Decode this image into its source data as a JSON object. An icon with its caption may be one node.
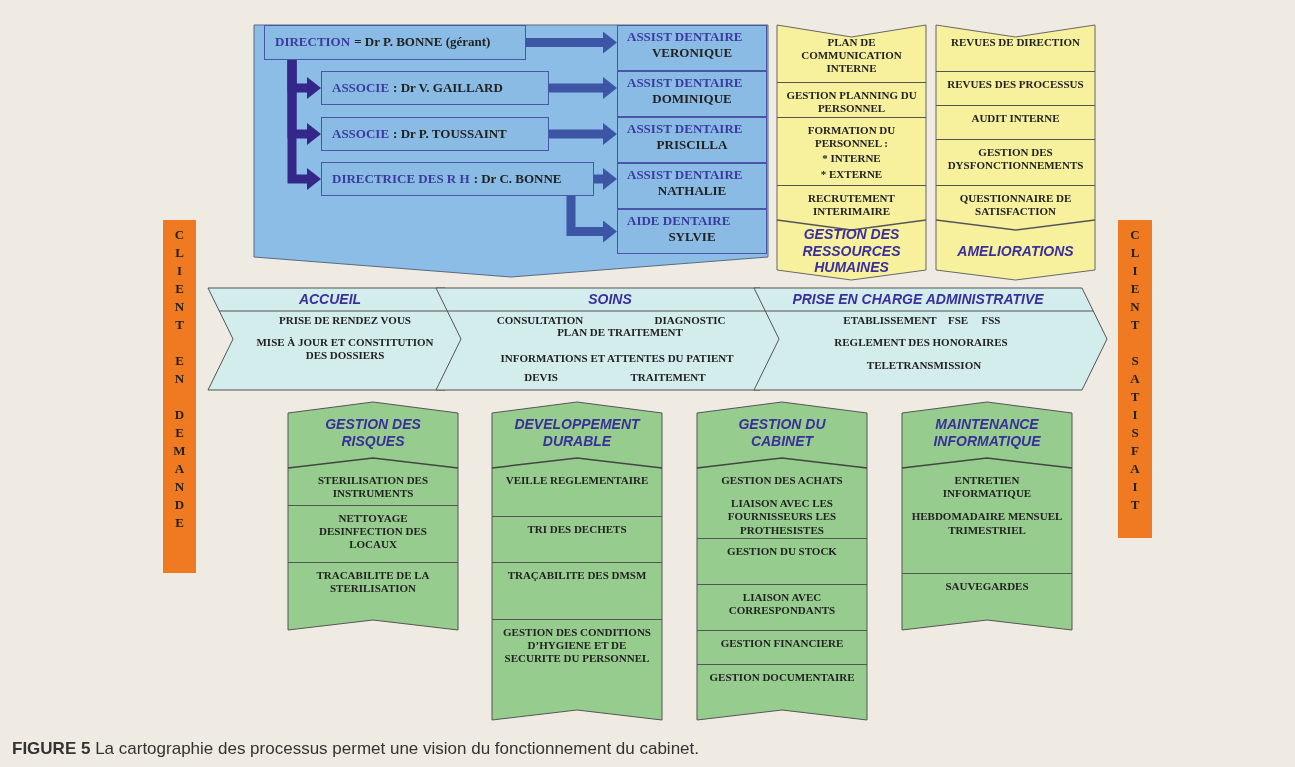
{
  "diagram": {
    "caption": "**FIGURE 5** La cartographie des processus permet une vision du fonctionnement du cabinet.",
    "nodes": [
      {
        "text": [],
        "shape": "box"
      },
      {
        "text": [
          "DIRECTION",
          "= Dr P. BONNE (gérant)"
        ],
        "in": 0
      },
      {
        "text": [
          "ASSOCIE",
          ": Dr V. GAILLARD"
        ],
        "in": 0
      },
      {
        "text": [
          "ASSOCIE",
          ": Dr P. TOUSSAINT"
        ],
        "in": 0
      },
      {
        "text": [
          "DIRECTRICE DES R H",
          ": Dr C. BONNE"
        ],
        "in": 0
      },
      {
        "text": [
          "ASSIST DENTAIRE",
          "VERONIQUE"
        ],
        "in": 0
      },
      {
        "text": [
          "ASSIST DENTAIRE",
          "DOMINIQUE"
        ],
        "in": 0
      },
      {
        "text": [
          "ASSIST DENTAIRE",
          "PRISCILLA"
        ],
        "in": 0
      },
      {
        "text": [
          "ASSIST DENTAIRE",
          "NATHALIE"
        ],
        "in": 0
      },
      {
        "text": [
          "AIDE DENTAIRE",
          "SYLVIE"
        ],
        "in": 0
      },
      {
        "text": [
          "GESTION DES RESSOURCES HUMAINES"
        ]
      },
      {
        "text": [
          "PLAN DE COMMUNICATION INTERNE"
        ],
        "in": 10
      },
      {
        "text": [
          "GESTION PLANNING DU PERSONNEL"
        ],
        "in": 10
      },
      {
        "text": [
          "FORMATION DU PERSONNEL :",
          "* INTERNE",
          "* EXTERNE"
        ],
        "in": 10
      },
      {
        "text": [
          "RECRUTEMENT INTERIMAIRE"
        ],
        "in": 10
      },
      {
        "text": [
          "AMELIORATIONS"
        ]
      },
      {
        "text": [
          "REVUES DE DIRECTION"
        ],
        "in": 15
      },
      {
        "text": [
          "REVUES DES PROCESSUS"
        ],
        "in": 15
      },
      {
        "text": [
          "AUDIT INTERNE"
        ],
        "in": 15
      },
      {
        "text": [
          "GESTION DES DYSFONCTIONNEMENTS"
        ],
        "in": 15
      },
      {
        "text": [
          "QUESTIONNAIRE DE SATISFACTION"
        ],
        "in": 15
      },
      {
        "text": [
          "ACCUEIL",
          "PRISE DE RENDEZ VOUS",
          "MISE À JOUR ET CONSTITUTION DES DOSSIERS"
        ]
      },
      {
        "text": [
          "SOINS",
          "CONSULTATION",
          "DIAGNOSTIC",
          "PLAN DE TRAITEMENT",
          "INFORMATIONS ET ATTENTES DU PATIENT",
          "DEVIS",
          "TRAITEMENT"
        ]
      },
      {
        "text": [
          "PRISE EN CHARGE ADMINISTRATIVE",
          "ETABLISSEMENT",
          "FSE",
          "FSS",
          "REGLEMENT DES HONORAIRES",
          "TELETRANSMISSION"
        ]
      },
      {
        "text": [
          "CLIENT EN DEMANDE"
        ]
      },
      {
        "text": [
          "CLIENT SATISFAIT"
        ]
      },
      {
        "text": [
          "GESTION DES RISQUES"
        ]
      },
      {
        "text": [
          "STERILISATION DES INSTRUMENTS"
        ],
        "in": 26
      },
      {
        "text": [
          "NETTOYAGE DESINFECTION DES LOCAUX"
        ],
        "in": 26
      },
      {
        "text": [
          "TRACABILITE DE LA STERILISATION"
        ],
        "in": 26
      },
      {
        "text": [
          "DEVELOPPEMENT DURABLE"
        ]
      },
      {
        "text": [
          "VEILLE REGLEMENTAIRE"
        ],
        "in": 30
      },
      {
        "text": [
          "TRI DES DECHETS"
        ],
        "in": 30
      },
      {
        "text": [
          "TRAÇABILITE DES DMSM"
        ],
        "in": 30
      },
      {
        "text": [
          "GESTION DES CONDITIONS D’HYGIENE ET DE SECURITE DU PERSONNEL"
        ],
        "in": 30
      },
      {
        "text": [
          "GESTION DU CABINET"
        ]
      },
      {
        "text": [
          "GESTION DES ACHATS",
          "LIAISON AVEC LES FOURNISSEURS LES PROTHESISTES"
        ],
        "in": 35
      },
      {
        "text": [
          "GESTION DU STOCK"
        ],
        "in": 35
      },
      {
        "text": [
          "LIAISON AVEC CORRESPONDANTS"
        ],
        "in": 35
      },
      {
        "text": [
          "GESTION FINANCIERE"
        ],
        "in": 35
      },
      {
        "text": [
          "GESTION DOCUMENTAIRE"
        ],
        "in": 35
      },
      {
        "text": [
          "MAINTENANCE INFORMATIQUE"
        ]
      },
      {
        "text": [
          "ENTRETIEN INFORMATIQUE",
          "HEBDOMADAIRE MENSUEL TRIMESTRIEL"
        ],
        "in": 41
      },
      {
        "text": [
          "SAUVEGARDES"
        ],
        "in": 41
      }
    ],
    "edges": [
      {
        "from": 1,
        "to": 5,
        "arrow": "to"
      },
      {
        "from": 1,
        "to": 2,
        "arrow": "to",
        "color": "#35268a"
      },
      {
        "from": 1,
        "to": 3,
        "arrow": "to",
        "color": "#35268a"
      },
      {
        "from": 1,
        "to": 4,
        "arrow": "to",
        "color": "#35268a"
      },
      {
        "from": 2,
        "to": 6,
        "arrow": "to"
      },
      {
        "from": 3,
        "to": 7,
        "arrow": "to"
      },
      {
        "from": 4,
        "to": 8,
        "arrow": "to"
      },
      {
        "from": 4,
        "to": 9,
        "arrow": "to"
      }
    ]
  }
}
